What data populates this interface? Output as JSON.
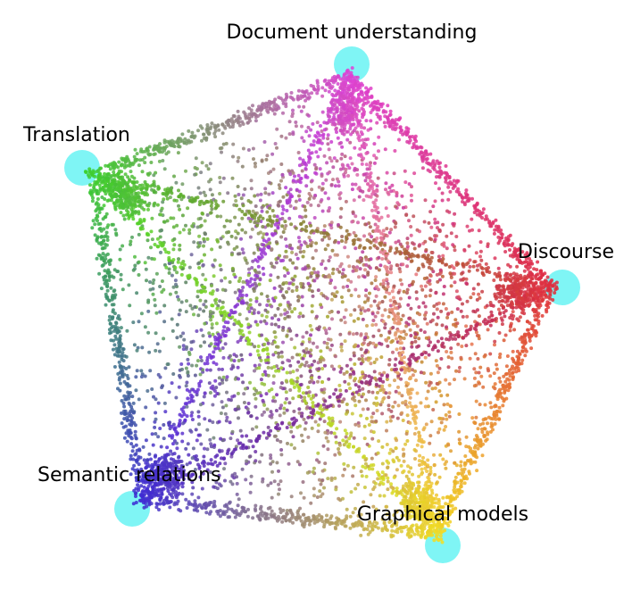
{
  "diagram": {
    "type": "scatter",
    "anchors": [
      {
        "label": "Document understanding",
        "color": "#e040d8"
      },
      {
        "label": "Discourse",
        "color": "#e02a3a"
      },
      {
        "label": "Graphical models",
        "color": "#f5e020"
      },
      {
        "label": "Semantic relations",
        "color": "#3a28d8"
      },
      {
        "label": "Translation",
        "color": "#3ad22a"
      }
    ],
    "anchor_marker_color": "#7ff5f5",
    "background": "#ffffff"
  }
}
